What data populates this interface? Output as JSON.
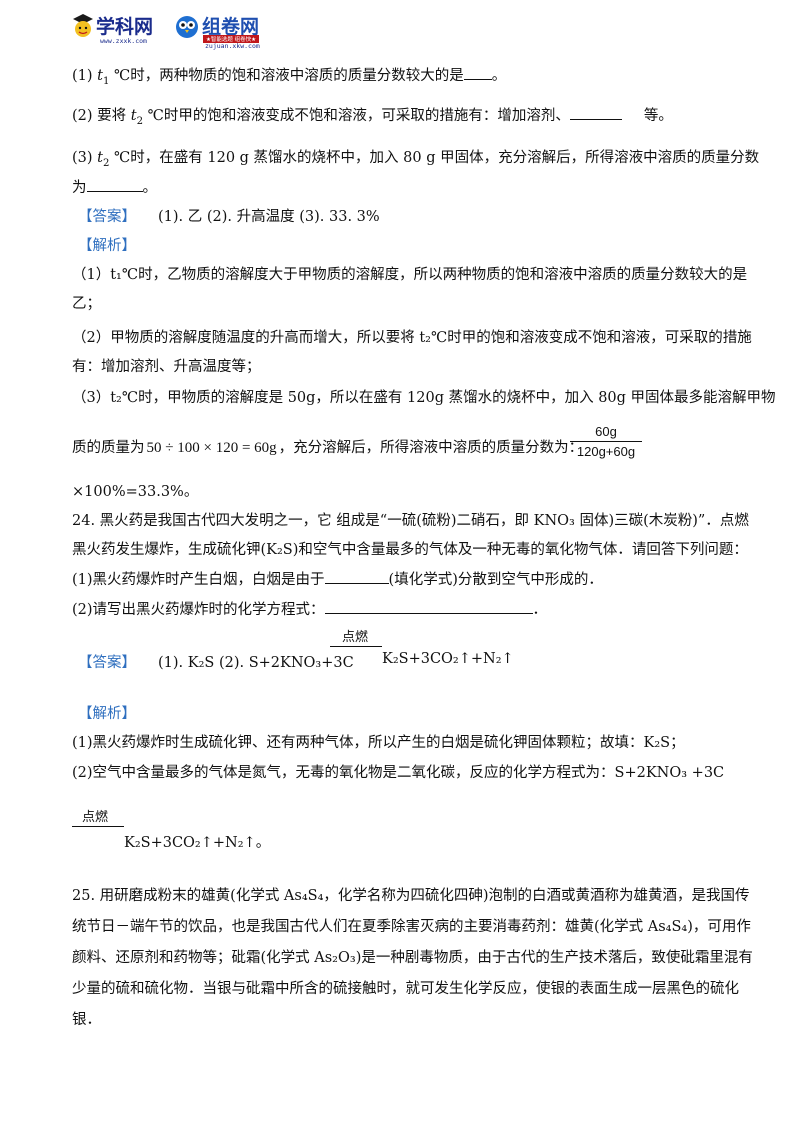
{
  "logos": {
    "xkw": {
      "title": "学科网",
      "url_text": "www.zxxk.com"
    },
    "zjw": {
      "title": "组卷网",
      "url_text": "zujuan.xkw.com",
      "strip_text": "★智能选题 组卷快★"
    }
  },
  "q23": {
    "p1": {
      "pre": "(1) ",
      "t": "t",
      "t_sub": "1",
      "post": " ℃时，两种物质的饱和溶液中溶质的质量分数较大的是",
      "end": "。"
    },
    "p2": {
      "pre": "(2) 要将 ",
      "t": "t",
      "t_sub": "2",
      "post": " ℃时甲的饱和溶液变成不饱和溶液，可采取的措施有：增加溶剂、",
      "end": "等。"
    },
    "p3": {
      "pre": "(3) ",
      "t": "t",
      "t_sub": "2",
      "post": " ℃时，在盛有 120  g 蒸馏水的烧杯中，加入 80  g 甲固体，充分溶解后，所得溶液中溶质的质量分数",
      "line2_pre": "为",
      "end": "。"
    },
    "answer_tag": "【答案】",
    "answer_text": "(1). 乙     (2). 升高温度     (3). 33. 3%",
    "analysis_tag": "【解析】",
    "a1": "（1）t₁℃时，乙物质的溶解度大于甲物质的溶解度，所以两种物质的饱和溶液中溶质的质量分数较大的是",
    "a1b": "乙；",
    "a2": "（2）甲物质的溶解度随温度的升高而增大，所以要将 t₂℃时甲的饱和溶液变成不饱和溶液，可采取的措施",
    "a2b": "有：增加溶剂、升高温度等；",
    "a3": "（3）t₂℃时，甲物质的溶解度是 50g，所以在盛有 120g 蒸馏水的烧杯中，加入 80g 甲固体最多能溶解甲物",
    "a3b_pre": "质的质量为",
    "a3b_formula": "50 ÷ 100 × 120 = 60g",
    "a3b_post": "，充分溶解后，所得溶液中溶质的质量分数为：",
    "frac_num": "60g",
    "frac_den": "120g+60g",
    "a3c": "×100%=33.3%。"
  },
  "q24": {
    "l1": "24. 黑火药是我国古代四大发明之一，它    组成是“一硫(硫粉)二硝石，即 KNO₃ 固体)三碳(木炭粉)”．点燃",
    "l2": "黑火药发生爆炸，生成硫化钾(K₂S)和空气中含量最多的气体及一种无毒的氧化物气体．请回答下列问题：",
    "p1_pre": "(1)黑火药爆炸时产生白烟，白烟是由于",
    "p1_post": "(填化学式)分散到空气中形成的．",
    "p2_pre": "(2)请写出黑火药爆炸时的化学方程式：",
    "p2_post": "．",
    "answer_tag": "【答案】",
    "ans_1": "(1). K₂S     (2). S+2KNO₃+3C",
    "ans_cond": "点燃",
    "ans_2": "K₂S+3CO₂↑+N₂↑",
    "analysis_tag": "【解析】",
    "a1": "(1)黑火药爆炸时生成硫化钾、还有两种气体，所以产生的白烟是硫化钾固体颗粒；故填：K₂S；",
    "a2": "(2)空气中含量最多的气体是氮气，无毒的氧化物是二氧化碳，反应的化学方程式为：S+2KNO₃ +3C",
    "a2_cond": "点燃",
    "a2_products": "K₂S+3CO₂↑+N₂↑。"
  },
  "q25": {
    "l1": "25. 用研磨成粉末的雄黄(化学式 As₄S₄，化学名称为四硫化四砷)泡制的白酒或黄酒称为雄黄酒，是我国传",
    "l2": "统节日－端午节的饮品，也是我国古代人们在夏季除害灭病的主要消毒药剂：雄黄(化学式 As₄S₄)，可用作",
    "l3": "颜料、还原剂和药物等；砒霜(化学式 As₂O₃)是一种剧毒物质，由于古代的生产技术落后，致使砒霜里混有",
    "l4": "少量的硫和硫化物．当银与砒霜中所含的硫接触时，就可发生化学反应，使银的表面生成一层黑色的硫化",
    "l5": "银．"
  }
}
